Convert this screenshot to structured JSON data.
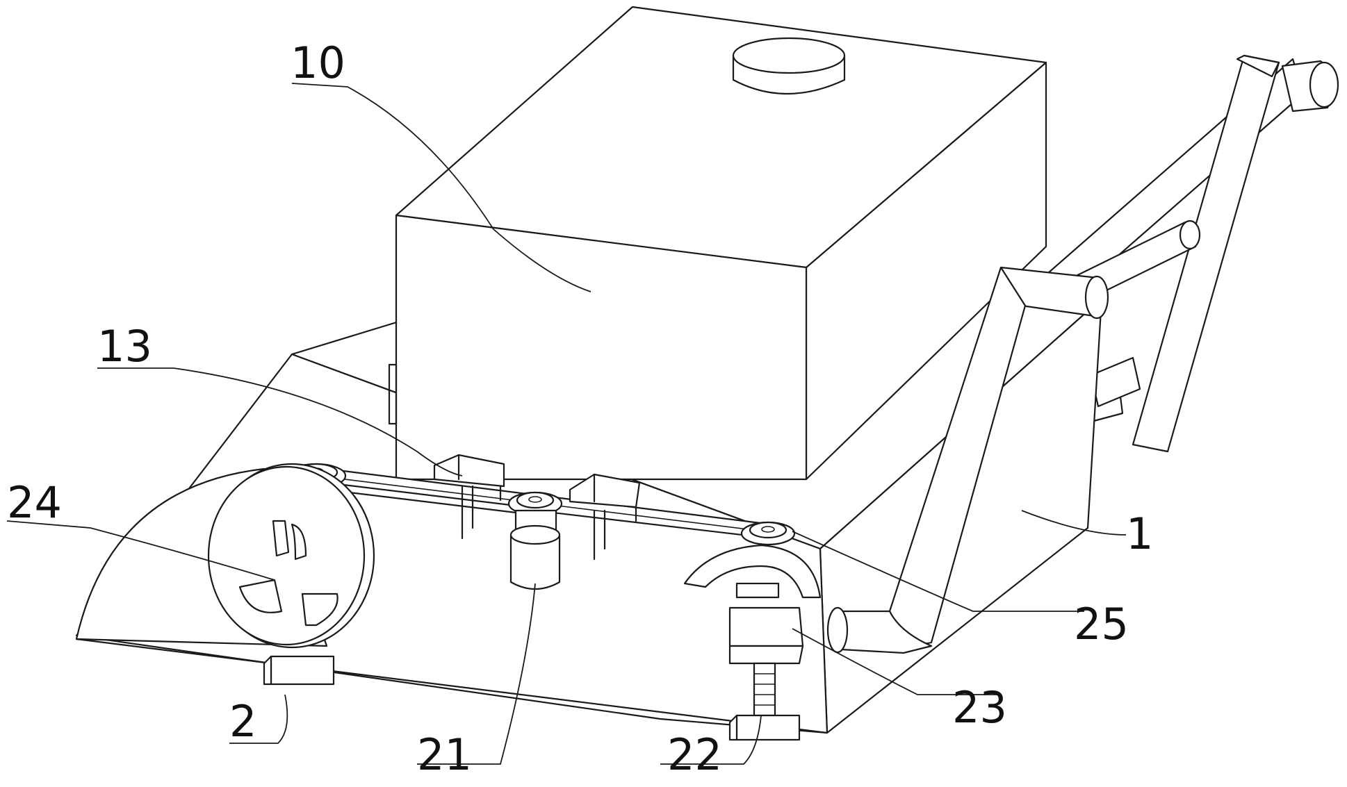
{
  "figure": {
    "labels": {
      "l10": "10",
      "l13": "13",
      "l24": "24",
      "l1": "1",
      "l25": "25",
      "l23": "23",
      "l2": "2",
      "l21": "21",
      "l22": "22"
    }
  }
}
